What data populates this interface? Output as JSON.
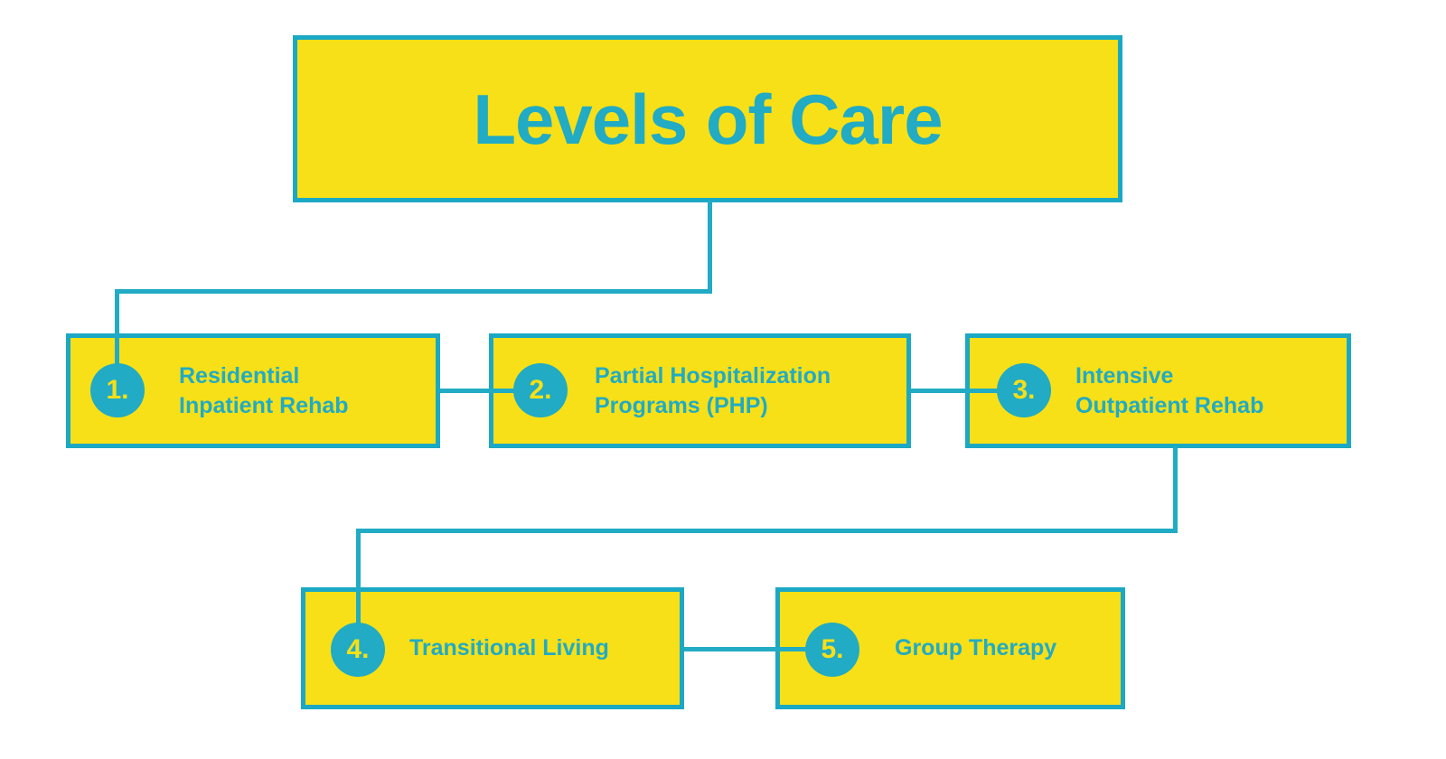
{
  "diagram": {
    "title": "Levels of Care",
    "colors": {
      "fill": "#F7E017",
      "accent": "#21ABC4"
    },
    "steps": [
      {
        "number": "1.",
        "label": "Residential\nInpatient Rehab"
      },
      {
        "number": "2.",
        "label": "Partial Hospitalization\nPrograms (PHP)"
      },
      {
        "number": "3.",
        "label": "Intensive\nOutpatient Rehab"
      },
      {
        "number": "4.",
        "label": "Transitional Living"
      },
      {
        "number": "5.",
        "label": "Group Therapy"
      }
    ]
  }
}
